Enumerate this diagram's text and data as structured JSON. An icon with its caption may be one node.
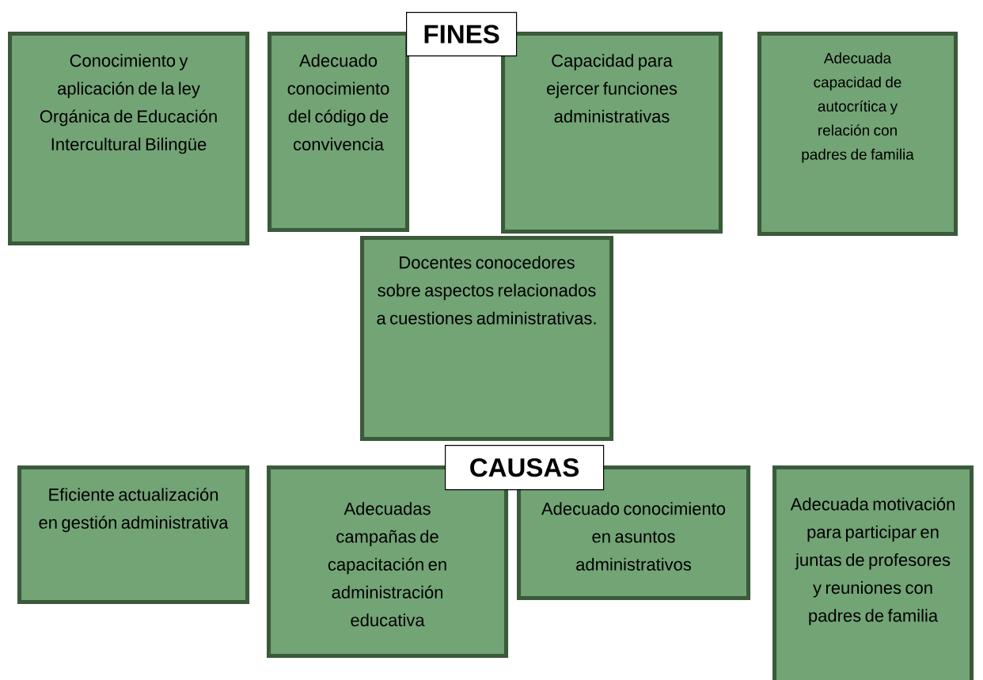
{
  "diagram": {
    "nodes": [
      {
        "text": [
          "FINES"
        ]
      },
      {
        "text": [
          "Conocimiento y aplicación de la ley Orgánica de Educación Intercultural Bilingüe"
        ]
      },
      {
        "text": [
          "Adecuado conocimiento del código de convivencia"
        ]
      },
      {
        "text": [
          "Capacidad para ejercer funciones administrativas"
        ]
      },
      {
        "text": [
          "Adecuada capacidad de autocrítica y relación con padres de familia"
        ]
      },
      {
        "text": [
          "Docentes conocedores sobre aspectos relacionados a cuestiones administrativas."
        ]
      },
      {
        "text": [
          "CAUSAS"
        ]
      },
      {
        "text": [
          "Eficiente actualización en gestión administrativa"
        ]
      },
      {
        "text": [
          "Adecuadas campañas de capacitación en administración educativa"
        ]
      },
      {
        "text": [
          "Adecuado conocimiento en asuntos administrativos"
        ]
      },
      {
        "text": [
          "Adecuada motivación para participar en juntas de profesores y reuniones con padres de familia"
        ]
      }
    ]
  }
}
